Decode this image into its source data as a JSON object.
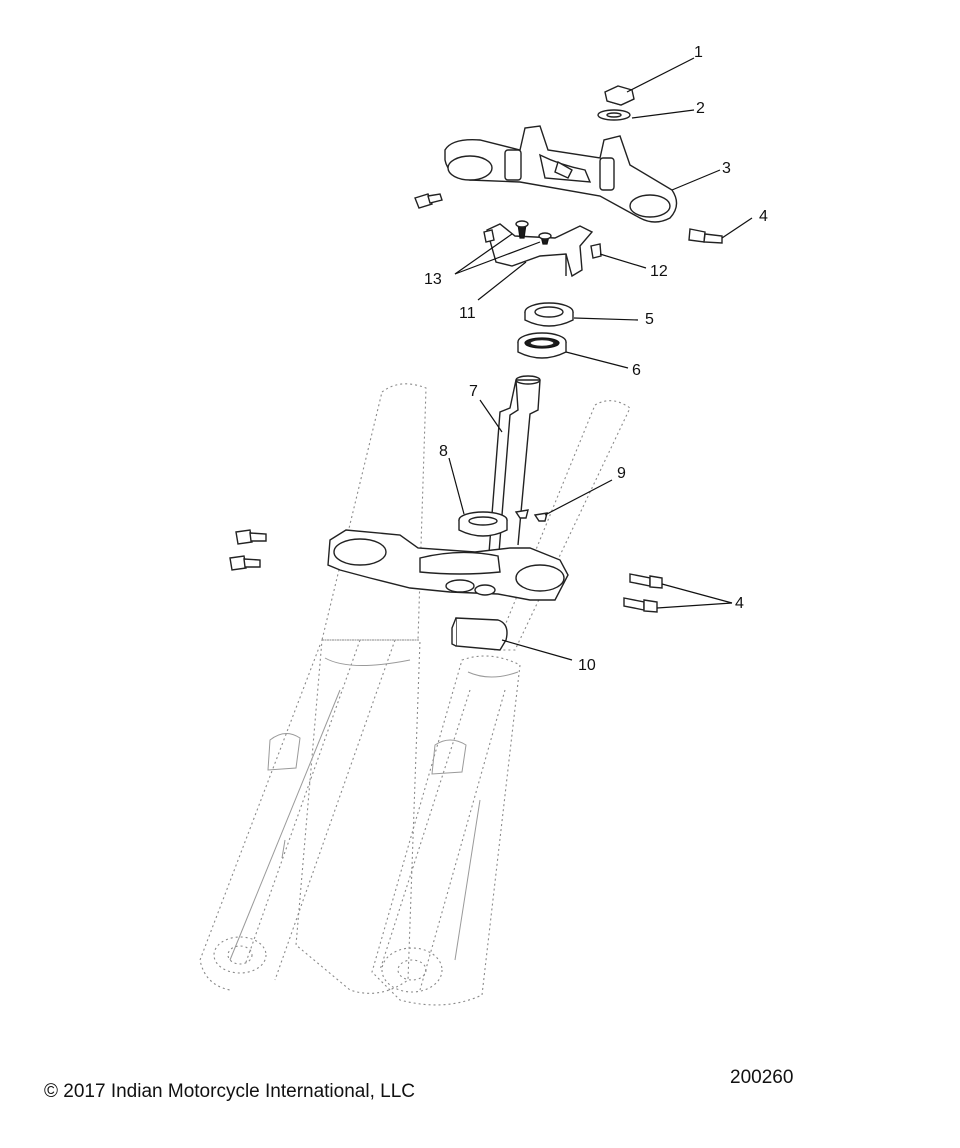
{
  "callouts": [
    {
      "id": "c1",
      "label": "1"
    },
    {
      "id": "c2",
      "label": "2"
    },
    {
      "id": "c3",
      "label": "3"
    },
    {
      "id": "c4a",
      "label": "4"
    },
    {
      "id": "c13",
      "label": "13"
    },
    {
      "id": "c12",
      "label": "12"
    },
    {
      "id": "c11",
      "label": "11"
    },
    {
      "id": "c5",
      "label": "5"
    },
    {
      "id": "c6",
      "label": "6"
    },
    {
      "id": "c7",
      "label": "7"
    },
    {
      "id": "c8",
      "label": "8"
    },
    {
      "id": "c9",
      "label": "9"
    },
    {
      "id": "c4b",
      "label": "4"
    },
    {
      "id": "c10",
      "label": "10"
    }
  ],
  "footer": {
    "copyright": "© 2017 Indian Motorcycle International, LLC",
    "figure_number": "200260"
  }
}
